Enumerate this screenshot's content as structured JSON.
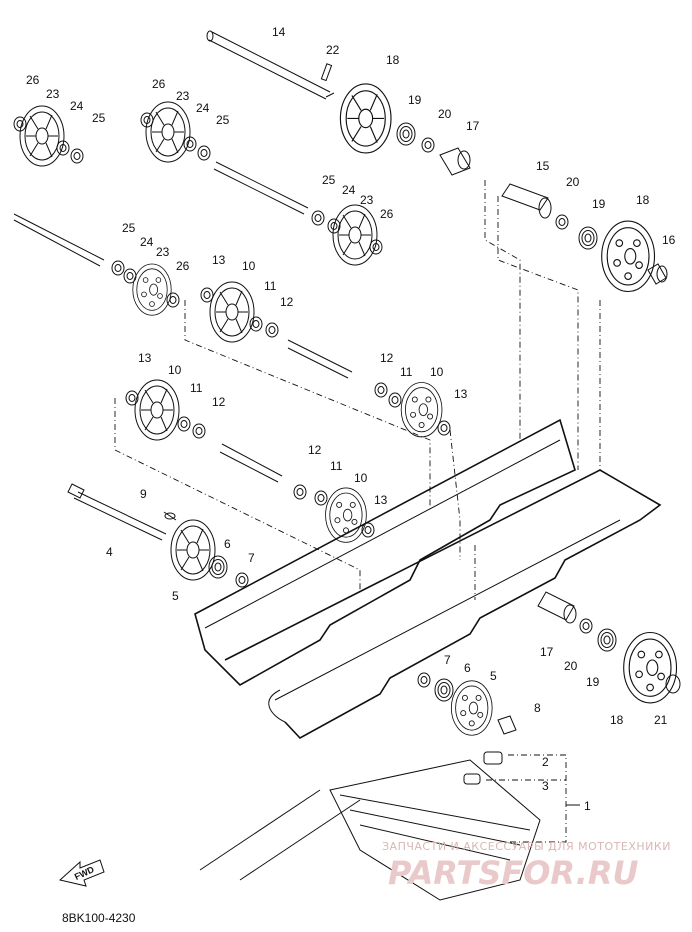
{
  "diagram": {
    "drawing_code": "8BK100-4230",
    "fwd_label": "FWD",
    "watermark_line1": "ЗАПЧАСТИ И АКСЕССУАРЫ ДЛЯ МОТОТЕХНИКИ",
    "watermark_line2": "PARTSFOR.RU",
    "callouts": [
      {
        "id": "c14a",
        "label": "14"
      },
      {
        "id": "c22",
        "label": "22"
      },
      {
        "id": "c18a",
        "label": "18"
      },
      {
        "id": "c19a",
        "label": "19"
      },
      {
        "id": "c20a",
        "label": "20"
      },
      {
        "id": "c17a",
        "label": "17"
      },
      {
        "id": "c26a",
        "label": "26"
      },
      {
        "id": "c23a",
        "label": "23"
      },
      {
        "id": "c24a",
        "label": "24"
      },
      {
        "id": "c25a",
        "label": "25"
      },
      {
        "id": "c26b",
        "label": "26"
      },
      {
        "id": "c23b",
        "label": "23"
      },
      {
        "id": "c24b",
        "label": "24"
      },
      {
        "id": "c25b",
        "label": "25"
      },
      {
        "id": "c25c",
        "label": "25"
      },
      {
        "id": "c24c",
        "label": "24"
      },
      {
        "id": "c23c",
        "label": "23"
      },
      {
        "id": "c26c",
        "label": "26"
      },
      {
        "id": "c15",
        "label": "15"
      },
      {
        "id": "c20b",
        "label": "20"
      },
      {
        "id": "c19b",
        "label": "19"
      },
      {
        "id": "c18b",
        "label": "18"
      },
      {
        "id": "c16",
        "label": "16"
      },
      {
        "id": "c25d",
        "label": "25"
      },
      {
        "id": "c24d",
        "label": "24"
      },
      {
        "id": "c23d",
        "label": "23"
      },
      {
        "id": "c26d",
        "label": "26"
      },
      {
        "id": "c13a",
        "label": "13"
      },
      {
        "id": "c10a",
        "label": "10"
      },
      {
        "id": "c11a",
        "label": "11"
      },
      {
        "id": "c12a",
        "label": "12"
      },
      {
        "id": "c12b",
        "label": "12"
      },
      {
        "id": "c11b",
        "label": "11"
      },
      {
        "id": "c10b",
        "label": "10"
      },
      {
        "id": "c13b",
        "label": "13"
      },
      {
        "id": "c13c",
        "label": "13"
      },
      {
        "id": "c10c",
        "label": "10"
      },
      {
        "id": "c11c",
        "label": "11"
      },
      {
        "id": "c12c",
        "label": "12"
      },
      {
        "id": "c12d",
        "label": "12"
      },
      {
        "id": "c11d",
        "label": "11"
      },
      {
        "id": "c10d",
        "label": "10"
      },
      {
        "id": "c13d",
        "label": "13"
      },
      {
        "id": "c9",
        "label": "9"
      },
      {
        "id": "c4",
        "label": "4"
      },
      {
        "id": "c6a",
        "label": "6"
      },
      {
        "id": "c7a",
        "label": "7"
      },
      {
        "id": "c5a",
        "label": "5"
      },
      {
        "id": "c17b",
        "label": "17"
      },
      {
        "id": "c20c",
        "label": "20"
      },
      {
        "id": "c19c",
        "label": "19"
      },
      {
        "id": "c18c",
        "label": "18"
      },
      {
        "id": "c21",
        "label": "21"
      },
      {
        "id": "c7b",
        "label": "7"
      },
      {
        "id": "c6b",
        "label": "6"
      },
      {
        "id": "c5b",
        "label": "5"
      },
      {
        "id": "c8",
        "label": "8"
      },
      {
        "id": "c2",
        "label": "2"
      },
      {
        "id": "c3",
        "label": "3"
      },
      {
        "id": "c1",
        "label": "1"
      }
    ]
  }
}
